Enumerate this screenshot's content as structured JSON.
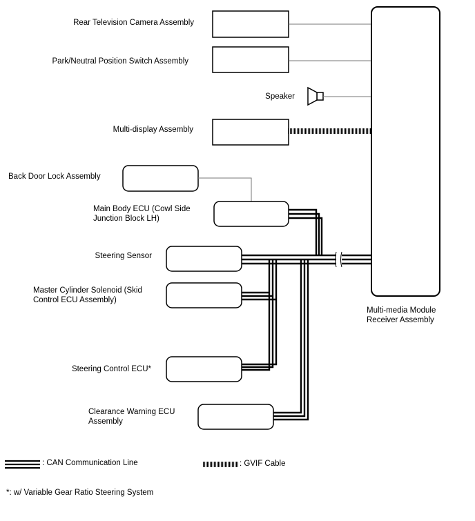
{
  "components": {
    "rear_camera": "Rear Television Camera Assembly",
    "park_neutral": "Park/Neutral Position Switch Assembly",
    "speaker": "Speaker",
    "multi_display": "Multi-display Assembly",
    "back_door_lock": "Back Door Lock Assembly",
    "main_body_ecu": "Main Body ECU (Cowl Side\nJunction Block LH)",
    "steering_sensor": "Steering Sensor",
    "master_cylinder": "Master Cylinder Solenoid (Skid\nControl ECU Assembly)",
    "steering_control": "Steering Control ECU*",
    "clearance_warning": "Clearance Warning ECU\nAssembly",
    "multimedia_receiver": "Multi-media Module\nReceiver Assembly"
  },
  "legend": {
    "can_line": ": CAN Communication Line",
    "gvif_cable": ": GVIF Cable"
  },
  "footnote": "*: w/ Variable Gear Ratio Steering System"
}
